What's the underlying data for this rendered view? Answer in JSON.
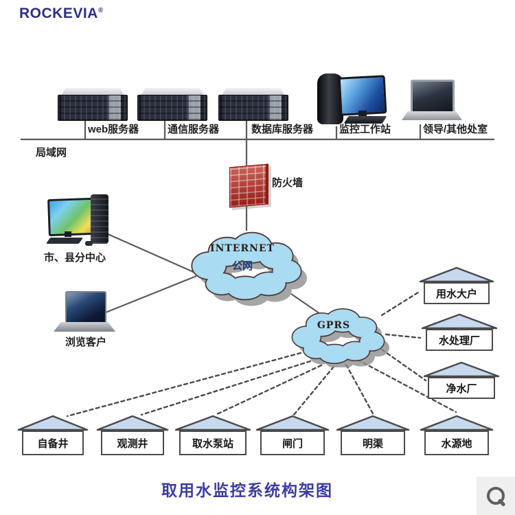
{
  "brand": {
    "name": "ROCKEVIA",
    "registered": "®"
  },
  "network": {
    "lan_label": "局域网",
    "servers": [
      {
        "label": "web服务器"
      },
      {
        "label": "通信服务器"
      },
      {
        "label": "数据库服务器"
      }
    ],
    "workstation_label": "监控工作站",
    "office_label": "领导/其他处室",
    "firewall_label": "防火墙"
  },
  "clouds": {
    "internet": {
      "line1": "INTERNET",
      "line2": "公网"
    },
    "gprs": {
      "label": "GPRS"
    }
  },
  "clients": {
    "center_label": "市、县分中心",
    "browser_label": "浏览客户"
  },
  "sites_right": [
    {
      "label": "用水大户"
    },
    {
      "label": "水处理厂"
    },
    {
      "label": "净水厂"
    }
  ],
  "sites_bottom": [
    {
      "label": "自备井"
    },
    {
      "label": "观测井"
    },
    {
      "label": "取水泵站"
    },
    {
      "label": "闸门"
    },
    {
      "label": "明渠"
    },
    {
      "label": "水源地"
    }
  ],
  "title": "取用水监控系统构架图",
  "icons": {
    "zoom_button": "magnifier"
  },
  "colors": {
    "brand": "#2e2e86",
    "title": "#3c3c9c",
    "cloud_fill": "#a9dbf2",
    "cloud_shadow": "#8f8f8f",
    "firewall_red": "#b5271d",
    "roof_fill": "#c7d9ee",
    "line": "#5a5a5a"
  }
}
